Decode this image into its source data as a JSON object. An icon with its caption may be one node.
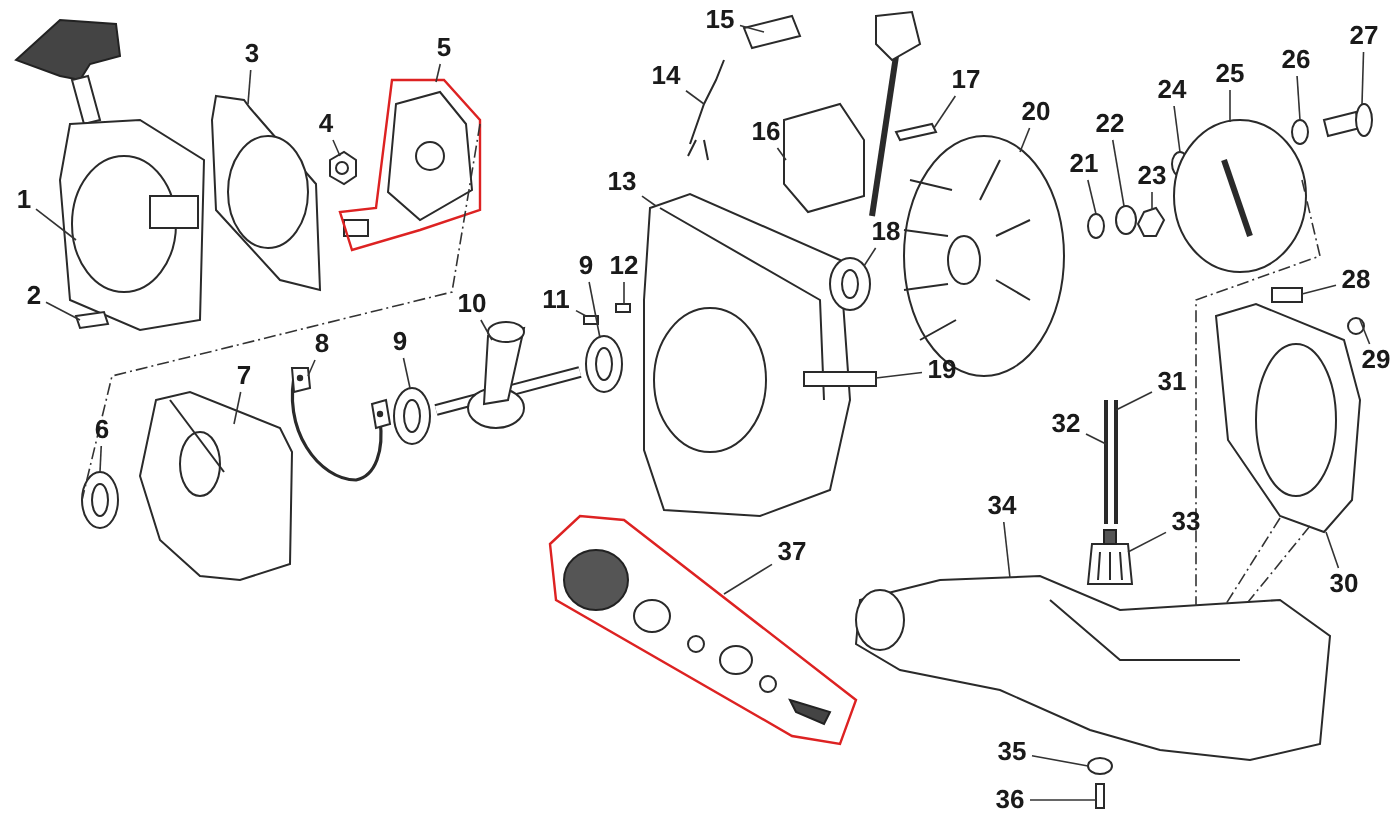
{
  "diagram": {
    "nodes": [
      {
        "text": [
          "1"
        ]
      },
      {
        "text": [
          "2"
        ]
      },
      {
        "text": [
          "3"
        ]
      },
      {
        "text": [
          "4"
        ]
      },
      {
        "text": [
          "5"
        ]
      },
      {
        "text": [
          "6"
        ]
      },
      {
        "text": [
          "7"
        ]
      },
      {
        "text": [
          "8"
        ]
      },
      {
        "text": [
          "9"
        ]
      },
      {
        "text": [
          "10"
        ]
      },
      {
        "text": [
          "11"
        ]
      },
      {
        "text": [
          "9"
        ]
      },
      {
        "text": [
          "12"
        ]
      },
      {
        "text": [
          "13"
        ]
      },
      {
        "text": [
          "14"
        ]
      },
      {
        "text": [
          "15"
        ]
      },
      {
        "text": [
          "16"
        ]
      },
      {
        "text": [
          "17"
        ]
      },
      {
        "text": [
          "18"
        ]
      },
      {
        "text": [
          "19"
        ]
      },
      {
        "text": [
          "20"
        ]
      },
      {
        "text": [
          "21"
        ]
      },
      {
        "text": [
          "22"
        ]
      },
      {
        "text": [
          "23"
        ]
      },
      {
        "text": [
          "24"
        ]
      },
      {
        "text": [
          "25"
        ]
      },
      {
        "text": [
          "26"
        ]
      },
      {
        "text": [
          "27"
        ]
      },
      {
        "text": [
          "28"
        ]
      },
      {
        "text": [
          "29"
        ]
      },
      {
        "text": [
          "30"
        ]
      },
      {
        "text": [
          "31"
        ]
      },
      {
        "text": [
          "32"
        ]
      },
      {
        "text": [
          "33"
        ]
      },
      {
        "text": [
          "34"
        ]
      },
      {
        "text": [
          "35"
        ]
      },
      {
        "text": [
          "36"
        ]
      },
      {
        "text": [
          "37"
        ]
      },
      {
        "text": [],
        "shape": "picture"
      },
      {
        "text": [],
        "shape": "picture"
      },
      {
        "text": [],
        "shape": "picture"
      },
      {
        "text": [],
        "shape": "picture"
      },
      {
        "text": [],
        "shape": "picture"
      },
      {
        "text": [],
        "shape": "picture"
      },
      {
        "text": [],
        "shape": "picture"
      },
      {
        "text": [],
        "shape": "picture"
      },
      {
        "text": [],
        "shape": "picture"
      },
      {
        "text": [],
        "shape": "picture"
      },
      {
        "text": [],
        "shape": "box"
      },
      {
        "text": [],
        "shape": "picture"
      },
      {
        "text": [],
        "shape": "box"
      },
      {
        "text": [],
        "shape": "picture"
      },
      {
        "text": [],
        "shape": "picture"
      },
      {
        "text": [],
        "shape": "picture"
      },
      {
        "text": [],
        "shape": "picture"
      },
      {
        "text": [],
        "shape": "picture"
      },
      {
        "text": [],
        "shape": "picture"
      },
      {
        "text": [],
        "shape": "box"
      },
      {
        "text": [],
        "shape": "picture"
      },
      {
        "text": [],
        "shape": "circle"
      },
      {
        "text": [],
        "shape": "circle"
      },
      {
        "text": [],
        "shape": "picture"
      },
      {
        "text": [],
        "shape": "circle"
      },
      {
        "text": [],
        "shape": "picture"
      },
      {
        "text": [],
        "shape": "circle"
      },
      {
        "text": [],
        "shape": "picture"
      },
      {
        "text": [],
        "shape": "box"
      },
      {
        "text": [],
        "shape": "circle"
      },
      {
        "text": [],
        "shape": "picture"
      },
      {
        "text": [],
        "shape": "picture"
      },
      {
        "text": [],
        "shape": "picture"
      },
      {
        "text": [],
        "shape": "picture"
      },
      {
        "text": [],
        "shape": "picture"
      },
      {
        "text": [],
        "shape": "circle"
      },
      {
        "text": [],
        "shape": "box"
      },
      {
        "text": [],
        "shape": "picture"
      }
    ],
    "edges": [
      {
        "from": 0,
        "to": 38,
        "arrow": "none"
      },
      {
        "from": 1,
        "to": 39,
        "arrow": "none"
      },
      {
        "from": 2,
        "to": 40,
        "arrow": "none"
      },
      {
        "from": 3,
        "to": 41,
        "arrow": "none"
      },
      {
        "from": 4,
        "to": 42,
        "arrow": "none"
      },
      {
        "from": 5,
        "to": 43,
        "arrow": "none"
      },
      {
        "from": 6,
        "to": 44,
        "arrow": "none"
      },
      {
        "from": 7,
        "to": 45,
        "arrow": "none"
      },
      {
        "from": 8,
        "to": 46,
        "arrow": "none"
      },
      {
        "from": 9,
        "to": 47,
        "arrow": "none"
      },
      {
        "from": 10,
        "to": 48,
        "arrow": "none"
      },
      {
        "from": 11,
        "to": 49,
        "arrow": "none"
      },
      {
        "from": 12,
        "to": 50,
        "arrow": "none"
      },
      {
        "from": 13,
        "to": 51,
        "arrow": "none"
      },
      {
        "from": 14,
        "to": 52,
        "arrow": "none"
      },
      {
        "from": 15,
        "to": 53,
        "arrow": "none"
      },
      {
        "from": 16,
        "to": 54,
        "arrow": "none"
      },
      {
        "from": 17,
        "to": 55,
        "arrow": "none"
      },
      {
        "from": 18,
        "to": 56,
        "arrow": "none"
      },
      {
        "from": 19,
        "to": 57,
        "arrow": "none"
      },
      {
        "from": 20,
        "to": 58,
        "arrow": "none"
      },
      {
        "from": 21,
        "to": 59,
        "arrow": "none"
      },
      {
        "from": 22,
        "to": 60,
        "arrow": "none"
      },
      {
        "from": 23,
        "to": 61,
        "arrow": "none"
      },
      {
        "from": 24,
        "to": 62,
        "arrow": "none"
      },
      {
        "from": 25,
        "to": 63,
        "arrow": "none"
      },
      {
        "from": 26,
        "to": 64,
        "arrow": "none"
      },
      {
        "from": 27,
        "to": 65,
        "arrow": "none"
      },
      {
        "from": 28,
        "to": 66,
        "arrow": "none"
      },
      {
        "from": 29,
        "to": 67,
        "arrow": "none"
      },
      {
        "from": 30,
        "to": 68,
        "arrow": "none"
      },
      {
        "from": 31,
        "to": 69,
        "arrow": "none"
      },
      {
        "from": 32,
        "to": 70,
        "arrow": "none"
      },
      {
        "from": 33,
        "to": 71,
        "arrow": "none"
      },
      {
        "from": 34,
        "to": 72,
        "arrow": "none"
      },
      {
        "from": 35,
        "to": 73,
        "arrow": "none"
      },
      {
        "from": 36,
        "to": 74,
        "arrow": "none"
      },
      {
        "from": 37,
        "to": 75,
        "arrow": "none"
      },
      {
        "from": 42,
        "to": 43,
        "arrow": "none",
        "style": "dashed"
      },
      {
        "from": 63,
        "to": 72,
        "arrow": "none",
        "style": "dashed"
      },
      {
        "from": 68,
        "to": 72,
        "arrow": "none",
        "style": "dashed"
      },
      {
        "from": 68,
        "to": 72,
        "arrow": "none",
        "style": "dashed"
      }
    ]
  }
}
